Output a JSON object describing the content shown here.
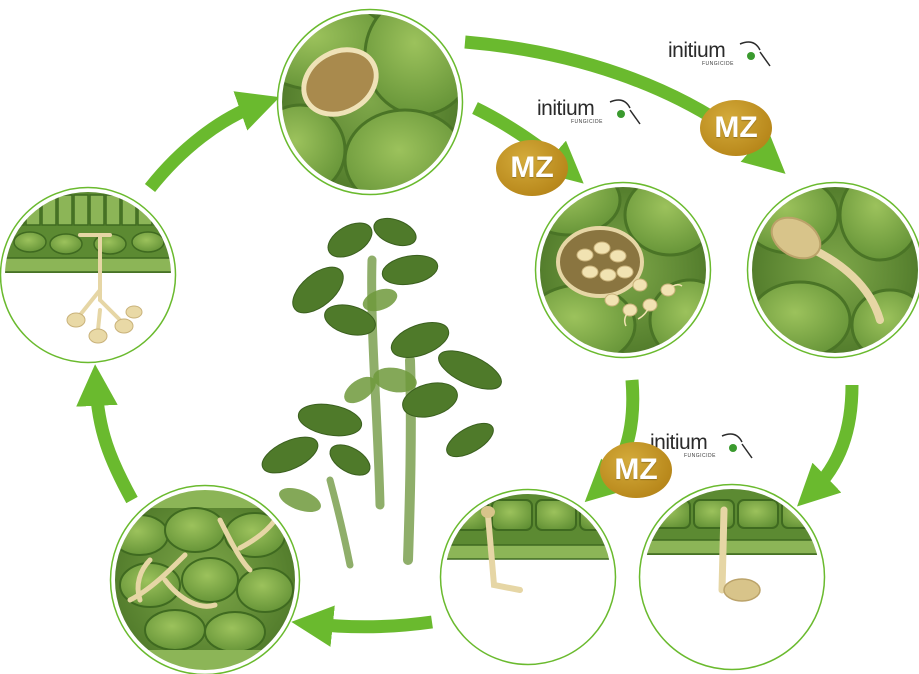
{
  "brand": {
    "name": "initium",
    "sub": "FUNGICIDE"
  },
  "badge": {
    "label": "MZ"
  },
  "colors": {
    "arrow": "#6aba2e",
    "leaf": "#6f9a3c",
    "leaf_dark": "#4f7a2a",
    "cell": "#86ad4a",
    "spore": "#e9d9a6",
    "badge": "#b9891c",
    "brand_accent": "#3a9a2e"
  }
}
